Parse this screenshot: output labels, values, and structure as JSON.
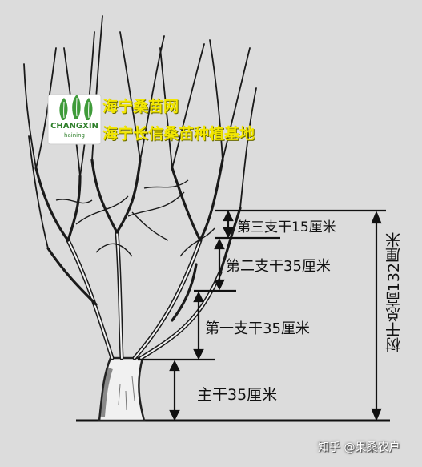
{
  "watermark": {
    "brand_text": "CHANGXIN",
    "brand_subtext": "haining",
    "line1": "海宁桑苗网",
    "line2": "海宁长信桑苗种植基地"
  },
  "dimensions": {
    "total": "树干总高132厘米",
    "third_branch": "第三支干15厘米",
    "second_branch": "第二支干35厘米",
    "first_branch": "第一支干35厘米",
    "main_trunk": "主干35厘米"
  },
  "credit": {
    "text": "知乎 @果桑农户"
  },
  "colors": {
    "background": "#dcdcdc",
    "ink": "#111111",
    "watermark": "#f2e600",
    "logo_green": "#3f9b3a"
  }
}
